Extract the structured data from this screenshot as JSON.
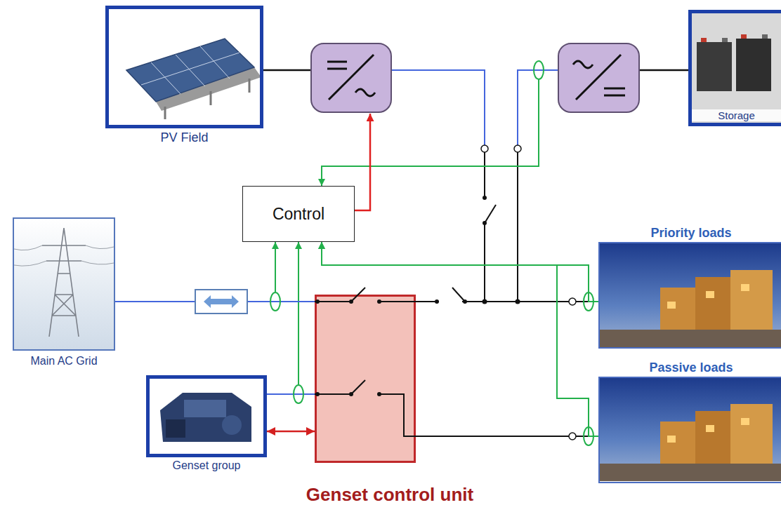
{
  "diagram": {
    "nodes": [
      {
        "text": [
          "PV Field"
        ]
      },
      {
        "text": [
          "Storage"
        ]
      },
      {
        "text": [
          "Control"
        ]
      },
      {
        "text": [
          "Main AC Grid"
        ]
      },
      {
        "text": [
          "Priority loads"
        ]
      },
      {
        "text": [
          "Genset group"
        ]
      },
      {
        "text": [
          "Genset control unit"
        ]
      },
      {
        "text": [
          "Passive loads"
        ]
      }
    ],
    "edges": [
      {
        "from": 5,
        "to": 6,
        "arrow": "both"
      },
      {
        "from": 3,
        "to": 6,
        "arrow": "none"
      },
      {
        "from": 6,
        "to": 4,
        "arrow": "none"
      },
      {
        "from": 6,
        "to": 7,
        "arrow": "none"
      },
      {
        "from": 4,
        "to": 2,
        "arrow": "to"
      },
      {
        "from": 7,
        "to": 2,
        "arrow": "to"
      }
    ]
  }
}
